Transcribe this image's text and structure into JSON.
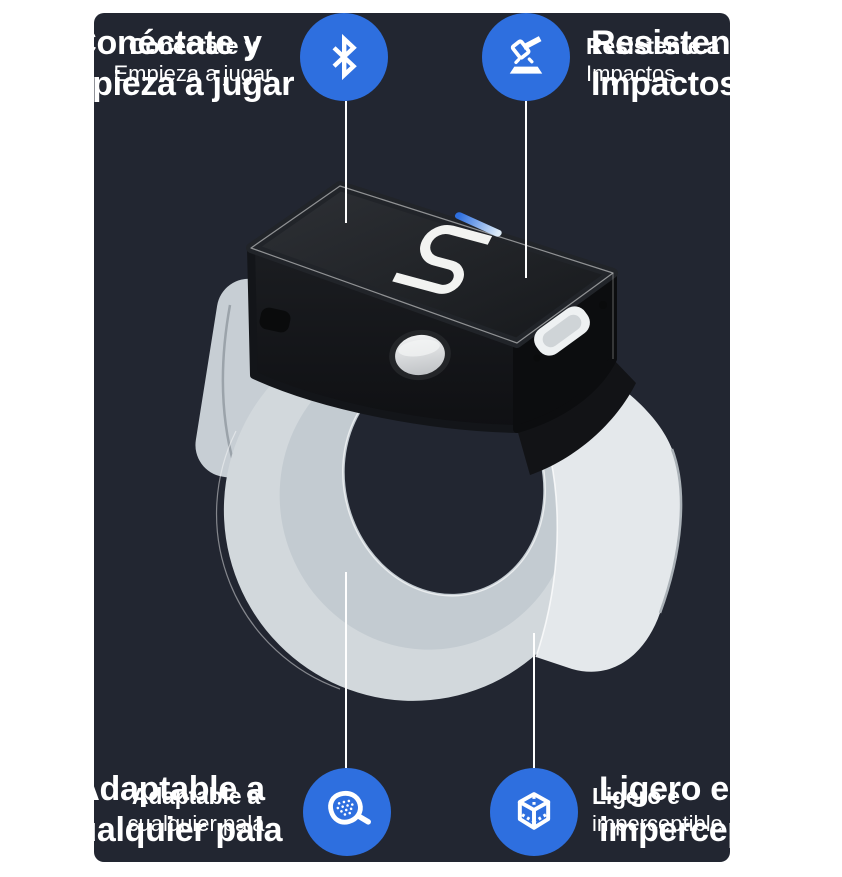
{
  "panel": {
    "background_color": "#222631",
    "accent_blue": "#2e6fdf",
    "text_color": "#ffffff"
  },
  "product": {
    "name": "padel-sensor-wristband",
    "colors": {
      "strap": "#d2d8dc",
      "strap_bright": "#e4e8eb",
      "sensor_body": "#17191c",
      "button": "#d6d7d8",
      "logo_accent": "#2e6fdf"
    }
  },
  "features": [
    {
      "id": "connect",
      "position": "top-left",
      "icon": "bluetooth-icon",
      "line1": "Conéctate y",
      "line2": "Empieza a jugar"
    },
    {
      "id": "impact",
      "position": "top-right",
      "icon": "impact-icon",
      "line1": "Resistente a",
      "line2": "Impactos"
    },
    {
      "id": "adaptable",
      "position": "bottom-left",
      "icon": "racket-icon",
      "line1": "Adaptable a",
      "line2": "cualquier pala"
    },
    {
      "id": "light",
      "position": "bottom-right",
      "icon": "cube-icon",
      "line1": "Ligero e",
      "line2": "imperceptible"
    }
  ]
}
